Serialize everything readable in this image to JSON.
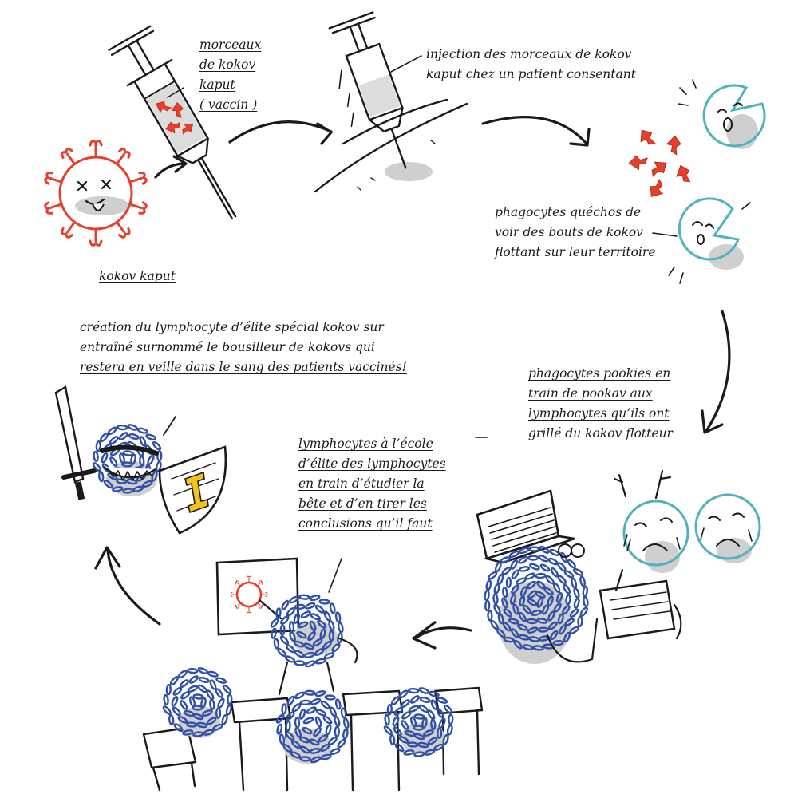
{
  "colors": {
    "ink": "#1a1a1a",
    "virus_red": "#e4402b",
    "phagocyte_teal": "#4fb3bd",
    "lymphocyte_blue": "#2f4fa8",
    "shadow_grey": "#cfcfcf",
    "shield_yellow": "#f0c419"
  },
  "captions": {
    "vaccine": [
      "morceaux",
      "de kokov",
      "kaput",
      "( vaccin )"
    ],
    "injection": [
      "injection des morceaux de kokov",
      "kaput chez un patient consentant"
    ],
    "phagocytes_shocked": [
      "phagocytes quéchos de",
      "voir des bouts de kokov",
      "flottant sur leur territoire"
    ],
    "kokov_kaput": [
      "kokov kaput"
    ],
    "elite_lymphocyte": [
      "création du lymphocyte d’élite spécial kokov sur",
      "entraîné surnommé le bousilleur de kokovs qui",
      "restera en veille dans le sang des patients vaccinés!"
    ],
    "phagocytes_tell": [
      "phagocytes pookies en",
      "train de pookav aux",
      "lymphocytes qu’ils ont",
      "grillé du kokov flotteur"
    ],
    "lymphocyte_school": [
      "lymphocytes à l’école",
      "d’élite des lymphocytes",
      "en train d’étudier la",
      "bête et d’en tirer les",
      "conclusions qu’il faut"
    ]
  },
  "icons": [
    "dead-virus-icon",
    "syringe-icon",
    "injected-syringe-icon",
    "virus-fragment-icon",
    "phagocyte-icon",
    "arrow-icon",
    "lymphocyte-icon",
    "sword-icon",
    "shield-icon",
    "laptop-icon",
    "notebook-icon",
    "virus-poster-icon",
    "school-desk-icon"
  ]
}
